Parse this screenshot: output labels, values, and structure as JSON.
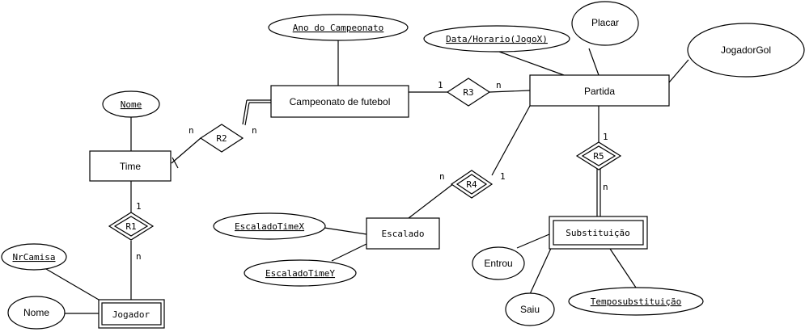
{
  "entities": {
    "campeonato": "Campeonato de futebol",
    "partida": "Partida",
    "time": "Time",
    "escalado": "Escalado",
    "jogador": "Jogador",
    "substituicao": "Substituição"
  },
  "relationships": {
    "r1": "R1",
    "r2": "R2",
    "r3": "R3",
    "r4": "R4",
    "r5": "R5"
  },
  "attributes": {
    "ano_campeonato": "Ano do Campeonato",
    "data_horario": "Data/Horario(JogoX)",
    "placar": "Placar",
    "jogador_gol": "JogadorGol",
    "time_nome": "Nome",
    "nr_camisa": "NrCamisa",
    "jogador_nome": "Nome",
    "escalado_time_x": "EscaladoTimeX",
    "escalado_time_y": "EscaladoTimeY",
    "entrou": "Entrou",
    "saiu": "Saiu",
    "tempo_substituicao": "Temposubstituição"
  },
  "cardinalities": {
    "r3_campeonato": "1",
    "r3_partida": "n",
    "r2_time": "n",
    "r2_campeonato": "n",
    "r1_time": "1",
    "r1_jogador": "n",
    "r4_escalado": "n",
    "r4_partida": "1",
    "r5_partida": "1",
    "r5_substituicao": "n"
  }
}
